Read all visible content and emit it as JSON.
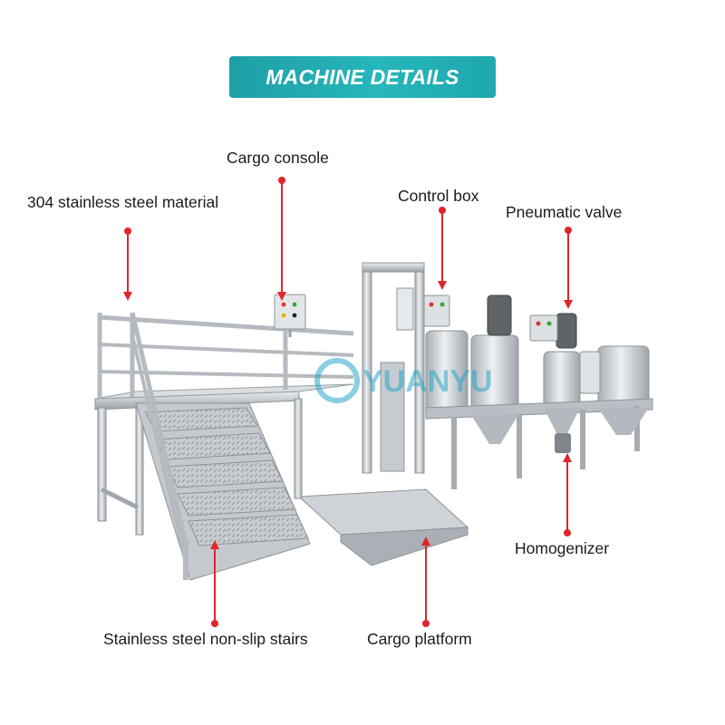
{
  "header": {
    "title": "MACHINE DETAILS"
  },
  "watermark": {
    "text": "YUANYU"
  },
  "colors": {
    "accent": "#24b0b5",
    "marker": "#e0262c",
    "steel": "#b9bfc4"
  },
  "callouts": {
    "stainless_material": "304 stainless steel material",
    "cargo_console": "Cargo console",
    "control_box": "Control box",
    "pneumatic_valve": "Pneumatic valve",
    "homogenizer": "Homogenizer",
    "non_slip_stairs": "Stainless steel non-slip stairs",
    "cargo_platform": "Cargo platform"
  }
}
